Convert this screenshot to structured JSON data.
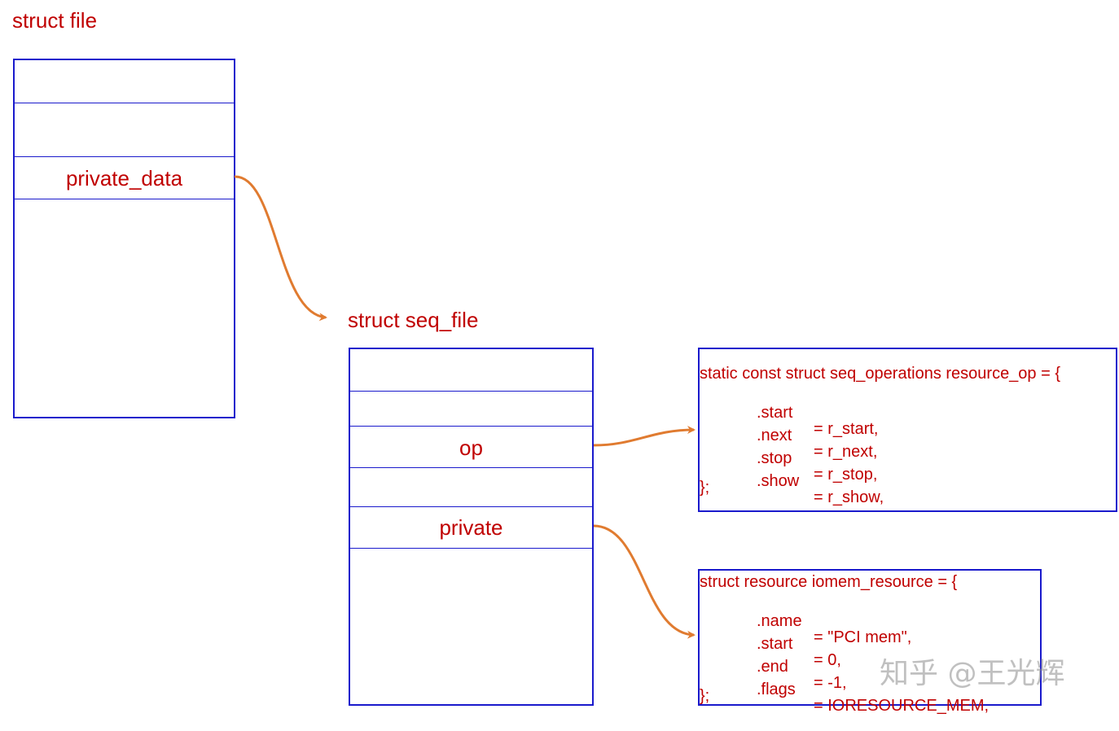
{
  "file": {
    "title": "struct file",
    "fields": [
      "",
      "",
      "private_data",
      ""
    ]
  },
  "seq_file": {
    "title": "struct seq_file",
    "fields": [
      "",
      "",
      "op",
      "",
      "private",
      ""
    ]
  },
  "seq_ops": {
    "header": "static const struct seq_operations resource_op = {",
    "entries": [
      {
        "key": ".start",
        "val": "= r_start,"
      },
      {
        "key": ".next",
        "val": "= r_next,"
      },
      {
        "key": ".stop",
        "val": "= r_stop,"
      },
      {
        "key": ".show",
        "val": "= r_show,"
      }
    ],
    "footer": "};"
  },
  "iomem": {
    "header": "struct resource iomem_resource = {",
    "entries": [
      {
        "key": ".name",
        "val": "= \"PCI mem\","
      },
      {
        "key": ".start",
        "val": "= 0,"
      },
      {
        "key": ".end",
        "val": "= -1,"
      },
      {
        "key": ".flags",
        "val": "= IORESOURCE_MEM,"
      }
    ],
    "footer": "};"
  },
  "watermark": "知乎 @王光辉",
  "colors": {
    "text": "#c00000",
    "box": "#1a1acc",
    "arrow": "#e07b30"
  }
}
